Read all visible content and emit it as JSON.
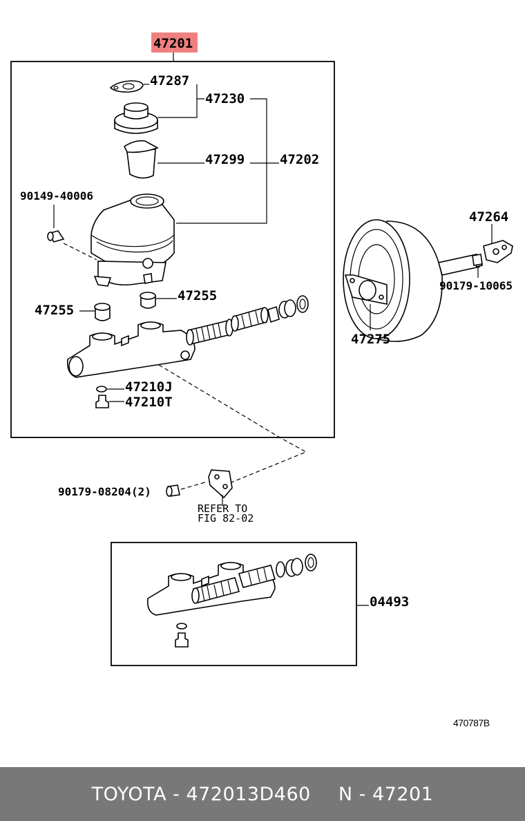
{
  "diagram": {
    "main_assembly_number": "47201",
    "highlight_color": "#f08080",
    "labels": {
      "gasket_cap": "47287",
      "cap": "47230",
      "strainer": "47299",
      "reservoir": "47202",
      "reservoir_screw": "90149-40006",
      "grommet_right": "47255",
      "grommet_left": "47255",
      "plug_j": "47210J",
      "plug_t": "47210T",
      "bracket_nut": "47264",
      "booster_nut": "90179-10065",
      "booster_gasket": "47275",
      "nut_bottom": "90179-08204(2)",
      "kit": "04493"
    },
    "refer_to": [
      "REFER TO",
      "FIG 82-02"
    ],
    "illustration_id": "470787B"
  },
  "footer": {
    "brand": "TOYOTA - 472013D460",
    "part_ref": "N - 47201",
    "background": "#787878"
  }
}
